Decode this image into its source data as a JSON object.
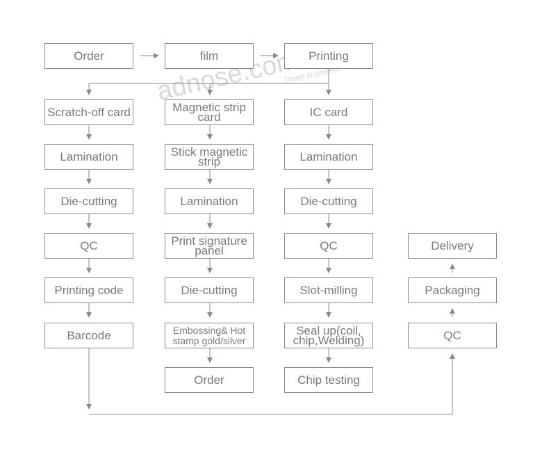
{
  "watermark": {
    "brand": "adnose.com",
    "tagline": "There is preferential"
  },
  "top": {
    "order": "Order",
    "film": "film",
    "printing": "Printing"
  },
  "col1": [
    "Scratch-off card",
    "Lamination",
    "Die-cutting",
    "QC",
    "Printing code",
    "Barcode"
  ],
  "col2": [
    "Magnetic strip card",
    "Stick magnetic strip",
    "Lamination",
    "Print signature panel",
    "Die-cutting",
    "Embossing& Hot stamp gold/silver",
    "Order"
  ],
  "col3": [
    "IC card",
    "Lamination",
    "Die-cutting",
    "QC",
    "Slot-milling",
    "Seal up(coil, chip,Welding)",
    "Chip testing"
  ],
  "col4": {
    "delivery": "Delivery",
    "packaging": "Packaging",
    "qc": "QC"
  },
  "colors": {
    "line": "#8a8a8a",
    "text": "#7a7a7a"
  }
}
